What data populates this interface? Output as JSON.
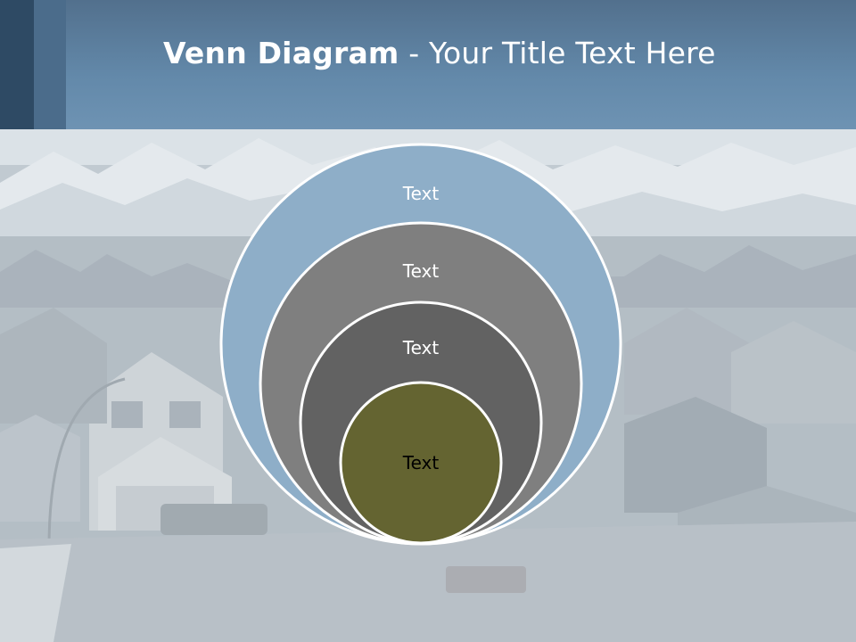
{
  "slide": {
    "title_bold": "Venn Diagram",
    "title_rest": " - Your Title Text Here"
  },
  "venn": {
    "circles": [
      {
        "label": "Text",
        "fill": "#8eaec8",
        "text_color": "#ffffff"
      },
      {
        "label": "Text",
        "fill": "#7f7f7f",
        "text_color": "#ffffff"
      },
      {
        "label": "Text",
        "fill": "#626262",
        "text_color": "#ffffff"
      },
      {
        "label": "Text",
        "fill": "#646431",
        "text_color": "#000000"
      }
    ]
  },
  "colors": {
    "header": "#6389aa",
    "header_dark_bar": "#2e4a64",
    "header_mid_bar": "#4b6c8b"
  }
}
